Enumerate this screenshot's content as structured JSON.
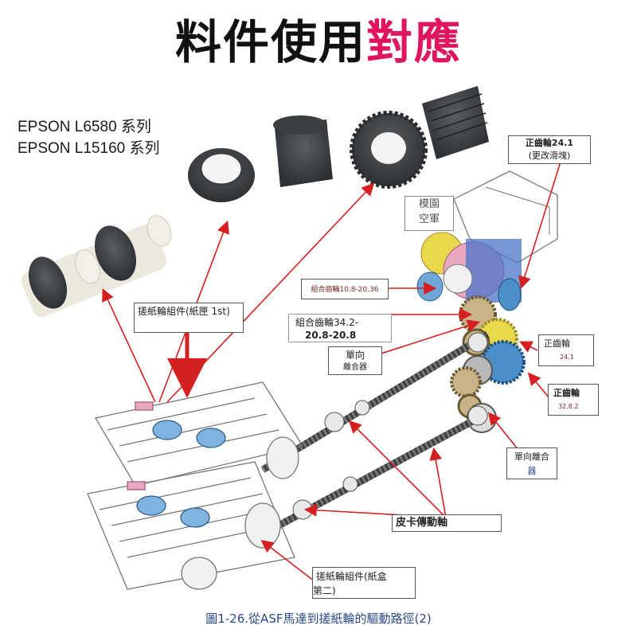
{
  "title": {
    "part1": "料件使用",
    "part2": "對應"
  },
  "models": [
    "EPSON L6580 系列",
    "EPSON L15160 系列"
  ],
  "labels": {
    "top_gear": "正齒輪24.1",
    "top_gear_sub": "(更改滑塊)",
    "mode_partial_line1": "模園",
    "mode_partial_line2": "空軍",
    "combo_gear_small": "組合齒輪10.8-20.36",
    "pickup_1st": "搓紙輪組件(紙匣 1st)",
    "combo_gear_big_line1": "組合齒輪34.2-",
    "combo_gear_big_line2": "20.8-20.8",
    "oneway_clutch_line1": "單向",
    "oneway_clutch_line2": "離合器",
    "spur_24_line1": "正齒輪",
    "spur_24_line2": "24.1",
    "spur_32_line1": "正齒輪",
    "spur_32_line2": "32.8.2",
    "oneway_right_line1": "單向離合",
    "oneway_right_line2": "器",
    "belt_drive": "皮卡傳動軸",
    "pickup_2nd_line1": "搓紙輪組件(紙盒",
    "pickup_2nd_line2": "第二)"
  },
  "caption": "圖1-26.從ASF馬達到搓紙輪的驅動路徑(2)",
  "colors": {
    "accent": "#e0155f",
    "arrow": "#d42020",
    "gear_yellow": "#e8d84a",
    "gear_blue": "#4a8fc9",
    "gear_pink": "#e9a8c0"
  }
}
